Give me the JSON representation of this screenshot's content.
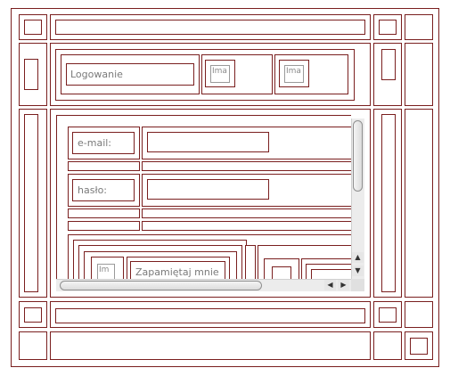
{
  "login": {
    "title": "Logowanie",
    "image_placeholder": "Ima",
    "email_label": "e-mail:",
    "email_value": "",
    "password_label": "hasło:",
    "password_value": "",
    "remember_image_placeholder": "Im",
    "remember_label": "Zapamiętaj mnie"
  },
  "icons": {
    "scroll_up": "up-arrow-icon",
    "scroll_down": "down-arrow-icon",
    "scroll_left": "left-arrow-icon",
    "scroll_right": "right-arrow-icon"
  },
  "colors": {
    "border": "#7a1f1f",
    "label_text": "#7a7a7a"
  }
}
